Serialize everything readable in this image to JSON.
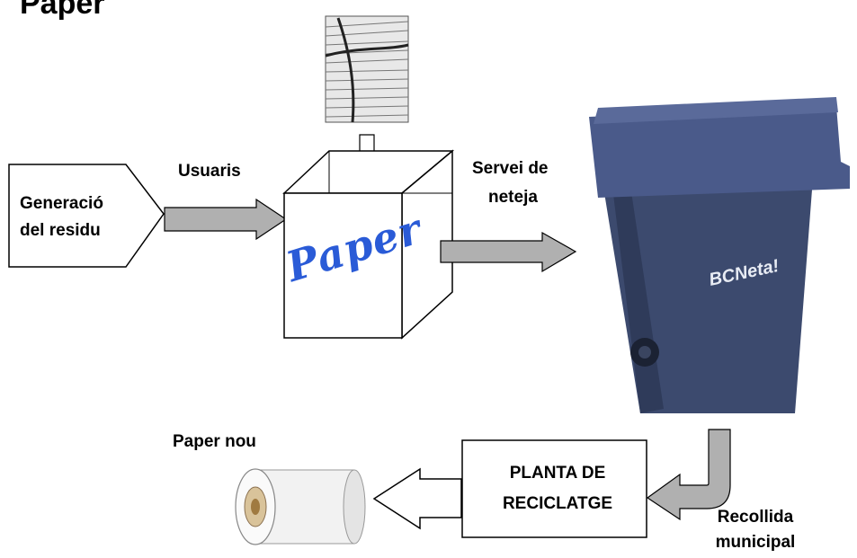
{
  "title": "Paper",
  "generation_box": {
    "line1": "Generació",
    "line2": "del residu"
  },
  "labels": {
    "usuaris": "Usuaris",
    "servei_line1": "Servei de",
    "servei_line2": "neteja",
    "paper_nou": "Paper nou",
    "recollida_line1": "Recollida",
    "recollida_line2": "municipal"
  },
  "box_label": "Paper",
  "plant": {
    "line1": "PLANTA DE",
    "line2": "RECICLATGE"
  },
  "bin_brand": "BCNeta!",
  "colors": {
    "arrow_fill": "#b0b0b0",
    "bin_body": "#3c4a6e",
    "bin_lid": "#4a5a8a",
    "paper_text": "#2a5bd7"
  }
}
